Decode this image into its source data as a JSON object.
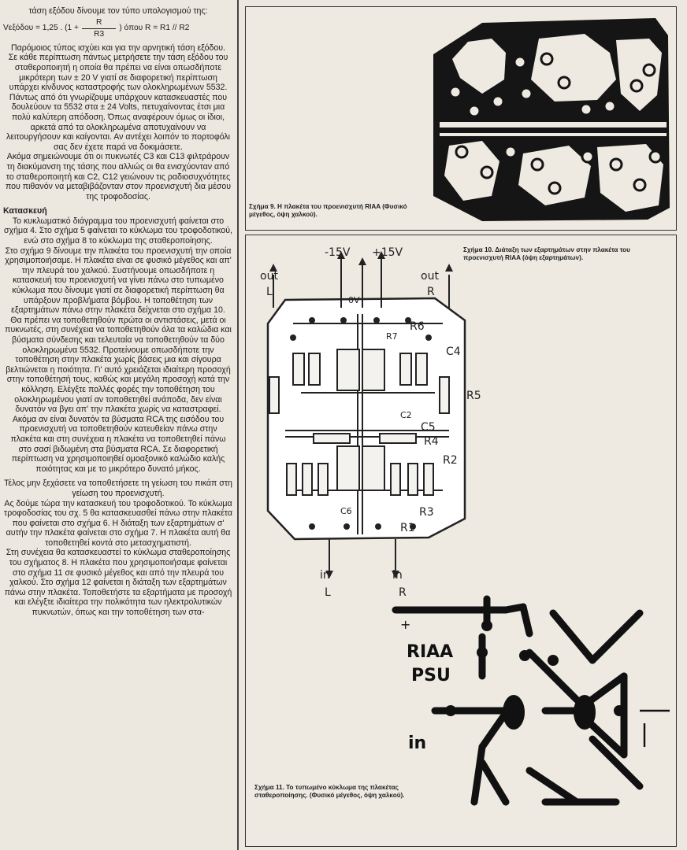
{
  "left_column": {
    "intro": "τάση εξόδου δίνουμε τον τύπο υπολογισμού της:",
    "formula": {
      "lhs": "Vεξόδου = 1,25 . (1 +",
      "numerator": "R",
      "denominator": "R3",
      "rhs": ") όπου R = R1 // R2"
    },
    "paragraphs": [
      "Παρόμοιος τύπος ισχύει και για την αρνητική τάση εξόδου.",
      "Σε κάθε περίπτωση πάντως μετρήσετε την τάση εξόδου του σταθεροποιητή η οποία θα πρέπει να είναι οπωσδήποτε μικρότερη των ± 20 V γιατί σε διαφορετική περίπτωση υπάρχει κίνδυνος καταστροφής των ολοκληρωμένων 5532. Πάντως από ότι γνωρίζουμε υπάρχουν κατασκευαστές που δουλεύουν τα 5532 στα ± 24 Volts, πετυχαίνοντας έτσι μια πολύ καλύτερη απόδοση. Όπως αναφέρουν όμως οι ίδιοι, αρκετά από τα ολοκληρωμένα αποτυχαίνουν να λειτουργήσουν και καίγονται. Αν αντέχει λοιπόν το πορτοφόλι σας δεν έχετε παρά να δοκιμάσετε.",
      "Ακόμα σημειώνουμε ότι οι πυκνωτές C3 και C13 φιλτράρουν τη διακύμανση της τάσης που αλλιώς οι θα ενισχύονταν από το σταθεροποιητή και C2, C12 γειώνουν τις ραδιοσυχνότητες που πιθανόν να μεταβιβάζονταν στον προενισχυτή δια μέσου της τροφοδοσίας."
    ],
    "heading": "Κατασκευή",
    "paragraphs2": [
      "Το κυκλωματικό διάγραμμα του προενισχυτή φαίνεται στο σχήμα 4. Στο σχήμα 5 φαίνεται το κύκλωμα του τροφοδοτικού, ενώ στο σχήμα 8 το κύκλωμα της σταθεροποίησης.",
      "Στο σχήμα 9 δίνουμε την πλακέτα του προενισχυτή την οποία χρησιμοποιήσαμε. Η πλακέτα είναι σε φυσικό μέγεθος και απ' την πλευρά του χαλκού. Συστήνουμε οπωσδήποτε η κατασκευή του προενισχυτή να γίνει πάνω στο τυπωμένο κύκλωμα που δίνουμε γιατί σε διαφορετική περίπτωση θα υπάρξουν προβλήματα βόμβου. Η τοποθέτηση των εξαρτημάτων πάνω στην πλακέτα δείχνεται στο σχήμα 10.",
      "Θα πρέπει να τοποθετηθούν πρώτα οι αντιστάσεις, μετά οι πυκνωτές, στη συνέχεια να τοποθετηθούν όλα τα καλώδια και βύσματα σύνδεσης και τελευταία να τοποθετηθούν τα δύο ολοκληρωμένα 5532. Προτείνουμε οπωσδήποτε την τοποθέτηση στην πλακέτα χωρίς βάσεις μια και σίγουρα βελτιώνεται η ποιότητα. Γι' αυτό χρειάζεται ιδιαίτερη προσοχή στην τοποθέτησή τους, καθώς και μεγάλη προσοχή κατά την κόλληση. Ελέγξτε πολλές φορές την τοποθέτηση του ολοκληρωμένου γιατί αν τοποθετηθεί ανάποδα, δεν είναι δυνατόν να βγει απ' την πλακέτα χωρίς να καταστραφεί.",
      "Ακόμα αν είναι δυνατόν τα βύσματα RCA της εισόδου του προενισχυτή να τοποθετηθούν κατευθείαν πάνω στην πλακέτα και στη συνέχεια η πλακέτα να τοποθετηθεί πάνω στο σασί βιδωμένη στα βύσματα RCA. Σε διαφορετική περίπτωση να χρησιμοποιηθεί ομοαξονικό καλώδιο καλής ποιότητας και με το μικρότερο δυνατό μήκος.",
      "Τέλος μην ξεχάσετε να τοποθετήσετε τη γείωση του πικάπ στη γείωση του προενισχυτή.",
      "Ας δούμε τώρα την κατασκευή του τροφοδοτικού. Το κύκλωμα τροφοδοσίας του σχ. 5 θα κατασκευασθεί πάνω στην πλακέτα που φαίνεται στο σχήμα 6. Η διάταξη των εξαρτημάτων σ' αυτήν την πλακέτα φαίνεται στο σχήμα 7. Η πλακέτα αυτή θα τοποθετηθεί κοντά στο μετασχηματιστή.",
      "Στη συνέχεια θα κατασκευαστεί το κύκλωμα σταθεροποίησης του σχήματος 8. Η πλακέτα που χρησιμοποιήσαμε φαίνεται στο σχήμα 11 σε φυσικό μέγεθος και από την πλευρά του χαλκού. Στο σχήμα 12 φαίνεται η διάταξη των εξαρτημάτων πάνω στην πλακέτα. Τοποθετήστε τα εξαρτήματα με προσοχή και ελέγξτε ιδιαίτερα την πολικότητα των ηλεκτρολυτικών πυκνωτών, όπως και την τοποθέτηση των στα-"
    ]
  },
  "figure9": {
    "caption": "Σχήμα 9. Η πλακέτα του προενισχυτή RIAA (Φυσικό μέγεθος, όψη χαλκού)."
  },
  "figure10": {
    "caption": "Σχήμα 10. Διάταξη των εξαρτημάτων στην πλακέτα του προενισχυτή RIAA (όψη εξαρτημάτων).",
    "labels": {
      "neg15": "-15V",
      "pos15": "+15V",
      "zero": "0V",
      "out_left": "out",
      "out_left_ch": "L",
      "out_right": "out",
      "out_right_ch": "R",
      "in_left": "in",
      "in_left_ch": "L",
      "in_right": "in",
      "in_right_ch": "R",
      "r7": "R7",
      "r6": "R6",
      "c4": "C4",
      "r5": "R5",
      "c5": "C5",
      "r4": "R4",
      "r2": "R2",
      "r3": "R3",
      "r1": "R1",
      "c2": "C2",
      "c6": "C6"
    }
  },
  "figure11": {
    "caption": "Σχήμα 11. Το τυπωμένο κύκλωμα της πλακέτας σταθεροποίησης. (Φυσικό μέγεθος, όψη χαλκού).",
    "label_riaa": "RIAA",
    "label_psu": "PSU",
    "label_in": "in",
    "label_plus": "+"
  }
}
